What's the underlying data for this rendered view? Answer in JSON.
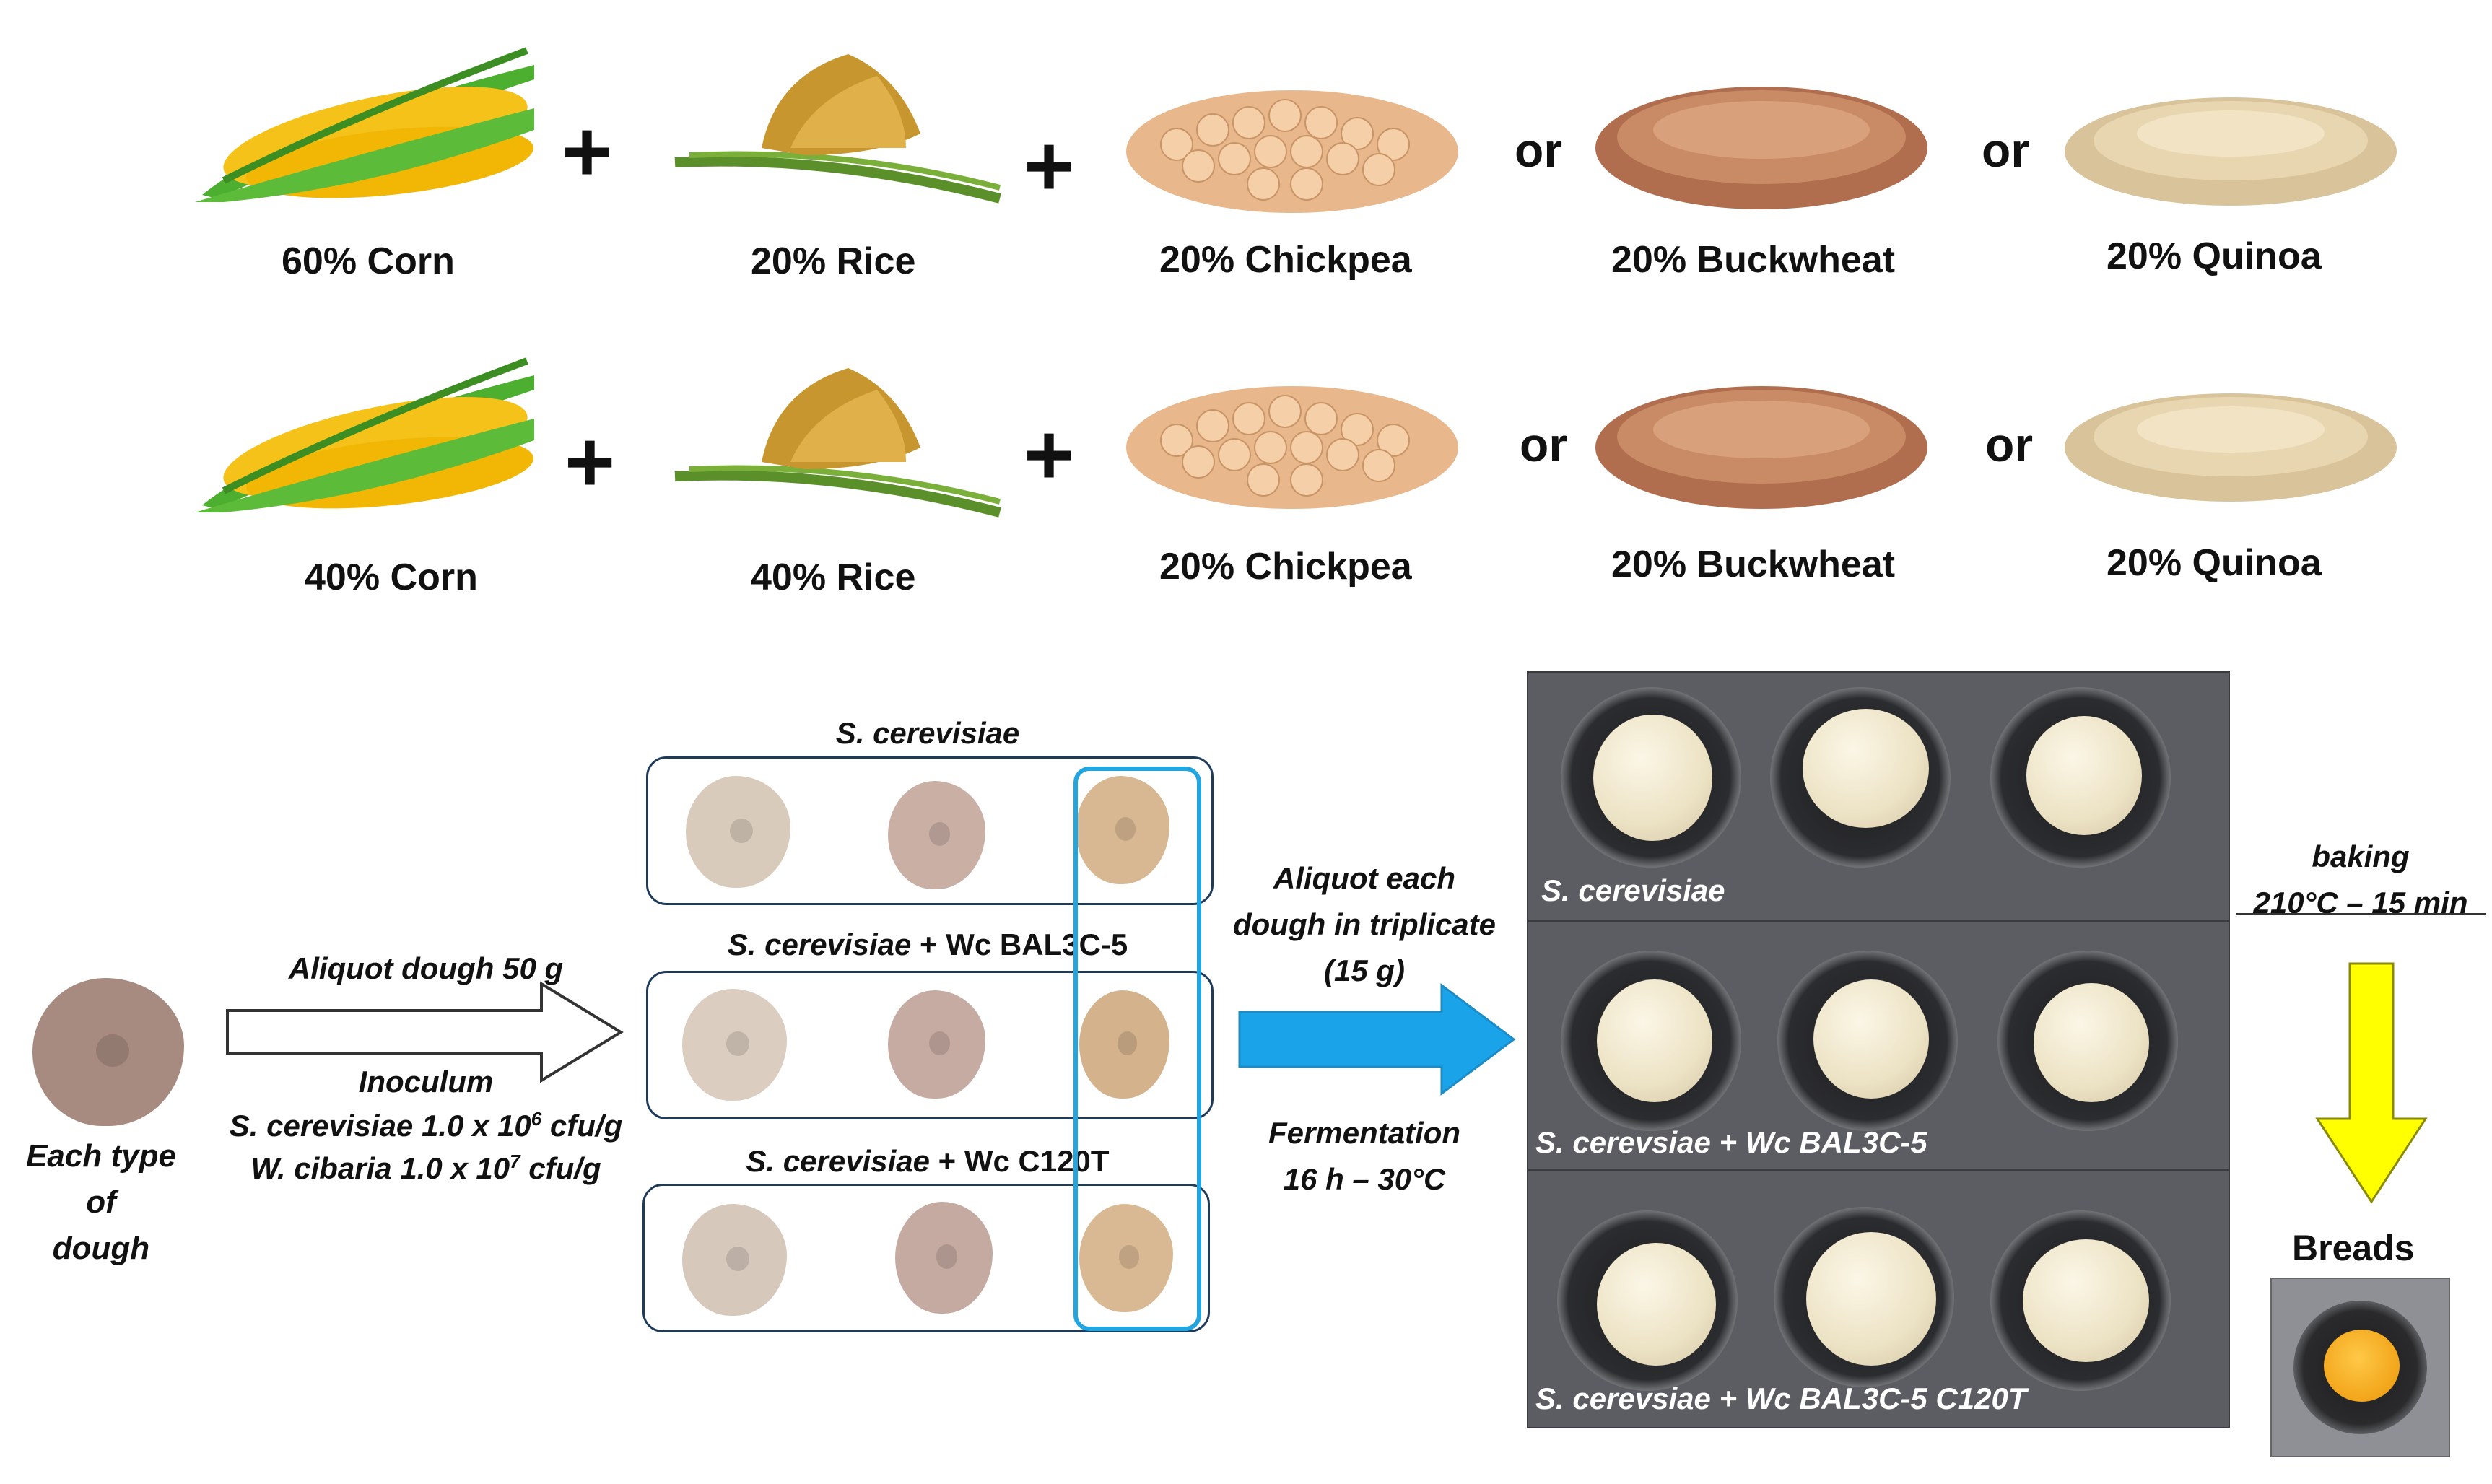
{
  "row1": {
    "labels": [
      "60% Corn",
      "20% Rice",
      "20% Chickpea",
      "20% Buckwheat",
      "20% Quinoa"
    ],
    "operators": [
      "+",
      "+",
      "or",
      "or"
    ]
  },
  "row2": {
    "labels": [
      "40% Corn",
      "40% Rice",
      "20% Chickpea",
      "20% Buckwheat",
      "20% Quinoa"
    ],
    "operators": [
      "+",
      "+",
      "or",
      "or"
    ]
  },
  "dough": {
    "label_lines": [
      "Each type",
      "of",
      "dough"
    ]
  },
  "arrow1": {
    "top_label": "Aliquot dough 50 g",
    "inoculum_title": "Inoculum",
    "sc_line": {
      "name": "S. cerevisiae",
      "value": "1.0 x 10",
      "exp": "6",
      "unit": "cfu/g"
    },
    "wc_line": {
      "name": "W. cibaria",
      "value": "1.0 x 10",
      "exp": "7",
      "unit": "cfu/g"
    }
  },
  "groups": [
    {
      "species": "S. cerevisiae",
      "strain": ""
    },
    {
      "species": "S. cerevisiae",
      "strain": " + Wc BAL3C-5"
    },
    {
      "species": "S. cerevisiae",
      "strain": " + Wc C120T"
    }
  ],
  "arrow2": {
    "top_lines": [
      "Aliquot each",
      "dough  in triplicate",
      "(15 g)"
    ],
    "bottom_lines": [
      "Fermentation",
      "16 h – 30°C"
    ]
  },
  "trays": {
    "labels": [
      "S. cerevisiae",
      "S. cerevsiae +  Wc BAL3C-5",
      "S. cerevsiae +  Wc BAL3C-5 C120T"
    ]
  },
  "baking": {
    "lines": [
      "baking",
      "210°C – 15 min"
    ],
    "result": "Breads"
  },
  "colors": {
    "arrow_blue": "#1aa3e8",
    "arrow_yellow": "#ffff00",
    "highlight_box": "#23a6e0",
    "group_box": "#1f3b5a"
  }
}
